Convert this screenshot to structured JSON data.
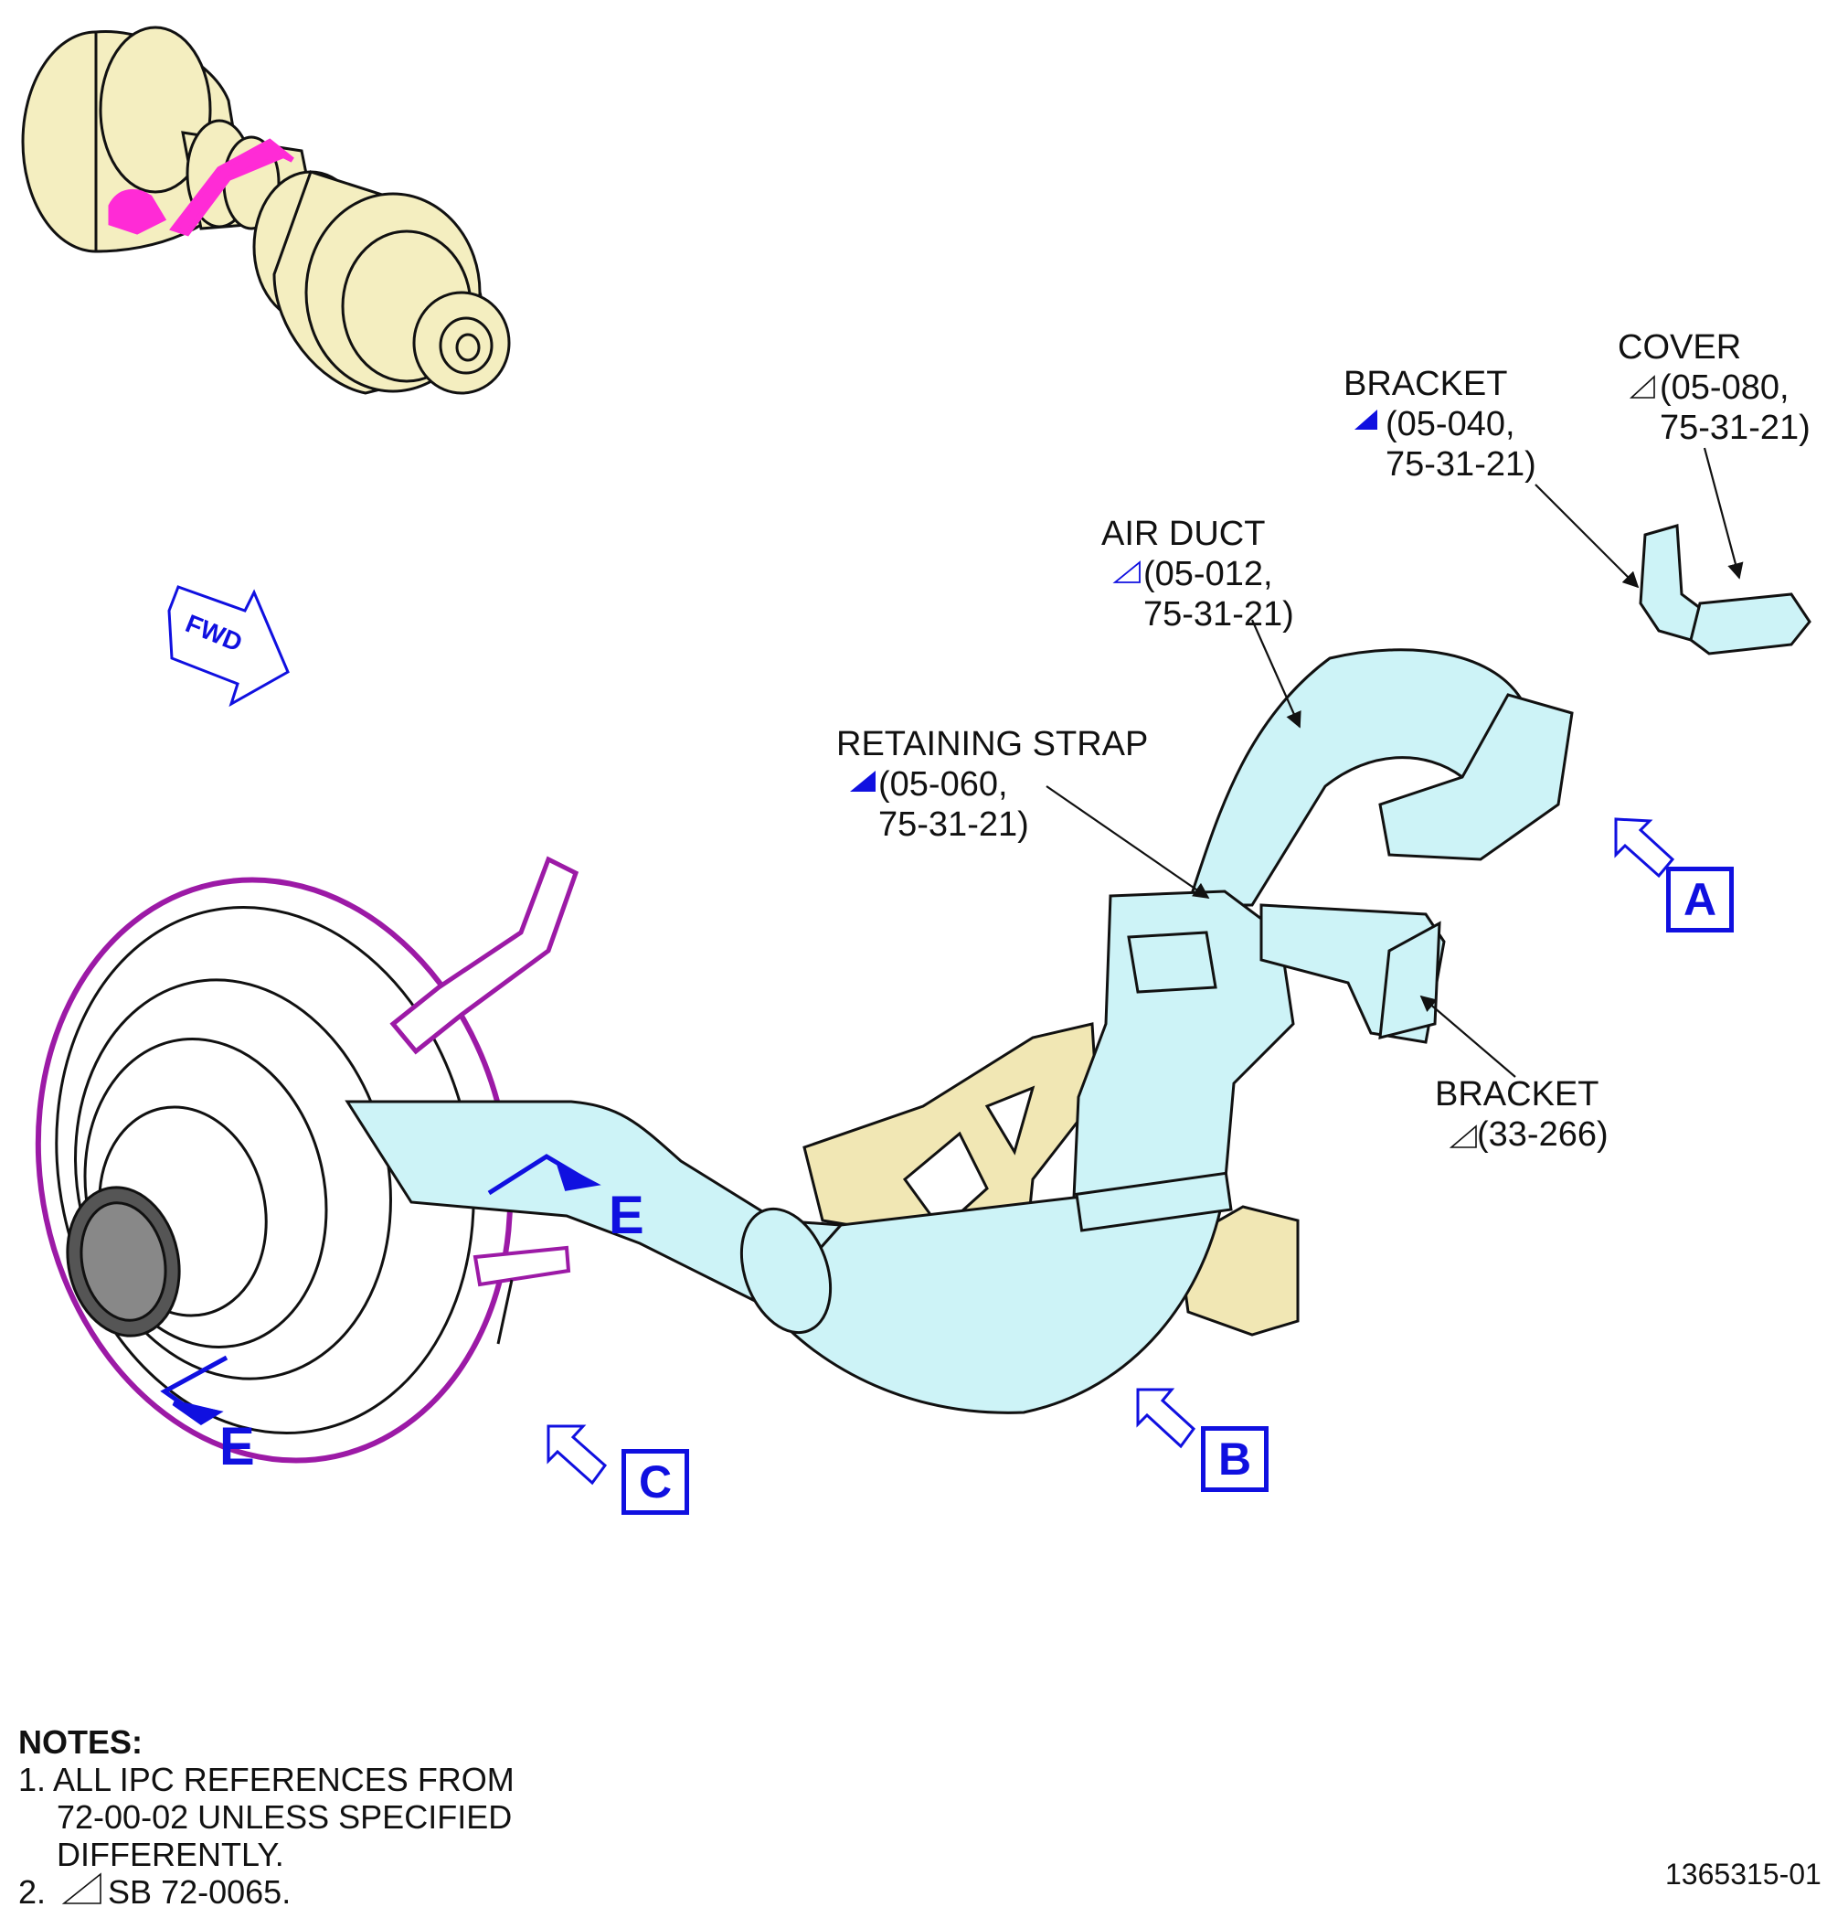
{
  "callouts": {
    "cover": {
      "name": "COVER",
      "ref1": "(05-080,",
      "ref2": "75-31-21)"
    },
    "bracket_top": {
      "name": "BRACKET",
      "ref1": "(05-040,",
      "ref2": "75-31-21)"
    },
    "air_duct": {
      "name": "AIR DUCT",
      "ref1": "(05-012,",
      "ref2": "75-31-21)"
    },
    "retaining_strap": {
      "name": "RETAINING STRAP",
      "ref1": "(05-060,",
      "ref2": "75-31-21)"
    },
    "bracket_right": {
      "name": "BRACKET",
      "ref1": "(33-266)"
    }
  },
  "views": {
    "a": "A",
    "b": "B",
    "c": "C"
  },
  "section": {
    "upper": "E",
    "lower": "E"
  },
  "fwd": "FWD",
  "notes": {
    "heading": "NOTES:",
    "n1_line1": "1. ALL IPC REFERENCES FROM",
    "n1_line2": "72-00-02 UNLESS SPECIFIED",
    "n1_line3": "DIFFERENTLY.",
    "n2_num": "2.",
    "n2_text": "SB 72-0065."
  },
  "figure_number": "1365315-01",
  "colors": {
    "duct": "#cdf3f7",
    "bracket": "#f1e7b4",
    "engine": "#f4eec0",
    "highlight": "#ff2bd6",
    "exhaust_outline": "#9c1aa6",
    "annotation_blue": "#1010e0"
  }
}
